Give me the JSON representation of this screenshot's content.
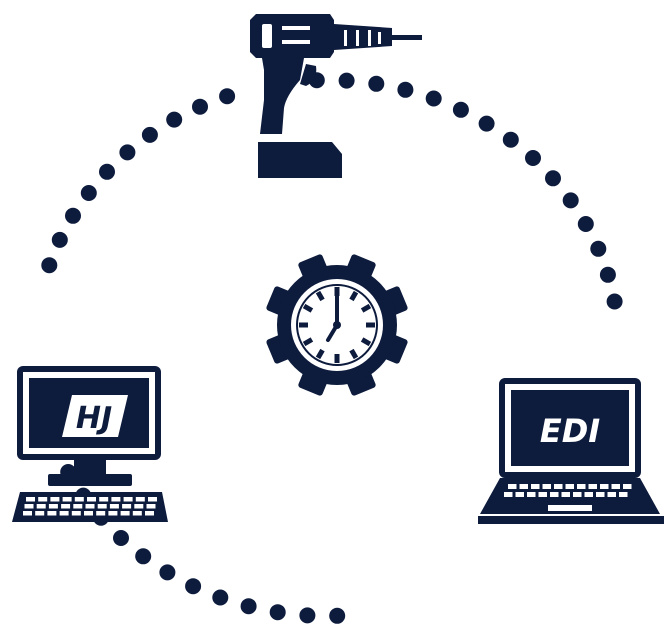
{
  "colors": {
    "ink": "#0d1b3d",
    "background": "#ffffff"
  },
  "nodes": {
    "top": {
      "icon": "power-drill-icon"
    },
    "center": {
      "icon": "gear-clock-icon"
    },
    "left": {
      "icon": "desktop-computer-icon",
      "screen_text": "HJ"
    },
    "right": {
      "icon": "laptop-icon",
      "screen_text": "EDI"
    }
  },
  "cycle": {
    "style": "dotted-circle"
  }
}
